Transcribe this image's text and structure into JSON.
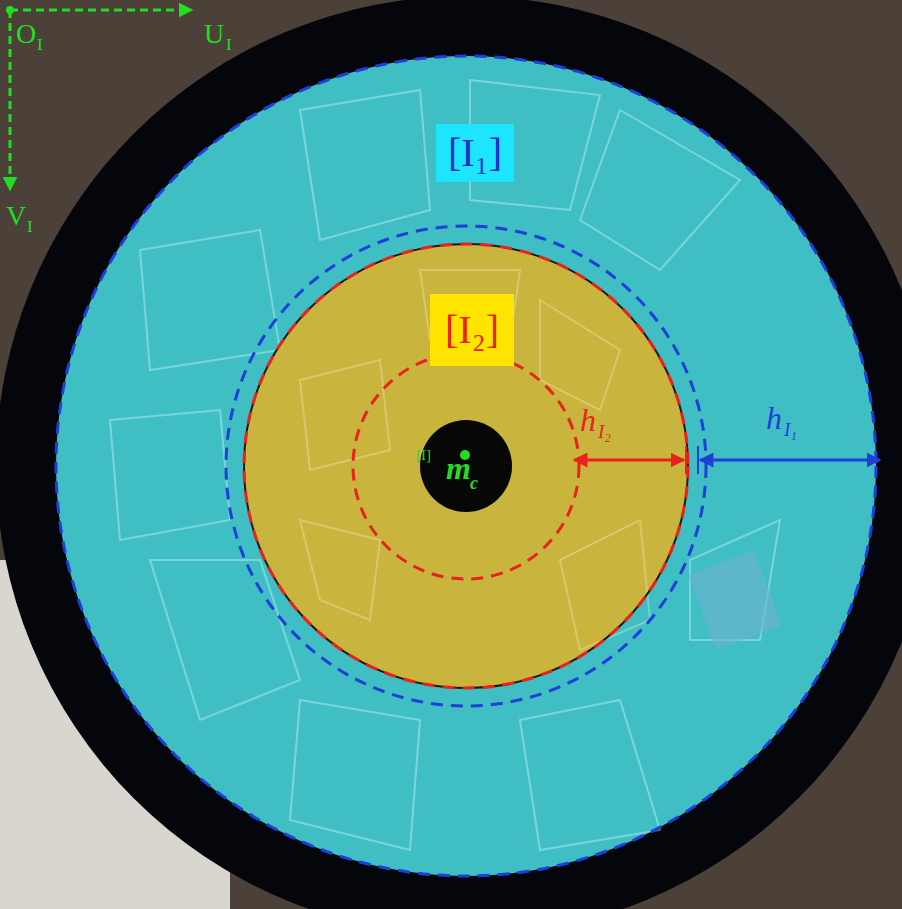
{
  "diagram": {
    "nodes": [
      {
        "text": [
          "[I₁]"
        ]
      },
      {
        "text": [
          "[I₂]"
        ]
      }
    ],
    "labels": [
      "O",
      "I",
      "U",
      "I",
      "V",
      "I",
      "h",
      "I₂",
      "h",
      "I₁",
      "[I]",
      "m",
      "c"
    ]
  }
}
